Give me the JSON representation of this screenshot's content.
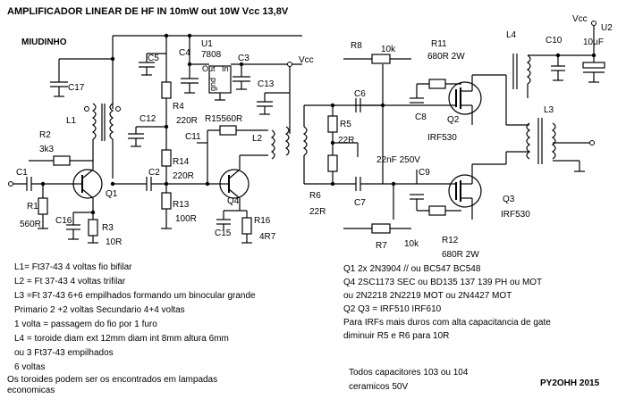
{
  "title": "AMPLIFICADOR LINEAR DE HF IN 10mW out 10W Vcc 13,8V",
  "author_tag": "MIUDINHO",
  "signature": "PY2OHH 2015",
  "labels": {
    "vcc1": "Vcc",
    "vcc2": "Vcc",
    "u2": "U2",
    "c10": "C10",
    "c10v": "10μF",
    "l4": "L4",
    "l3": "L3",
    "u1": "U1",
    "u1p": "7808",
    "out": "Out",
    "in": "In",
    "gnd": "gnd",
    "c5": "C5",
    "c4": "C4",
    "c3": "C3",
    "c17": "C17",
    "c13": "C13",
    "c12": "C12",
    "c11": "C11",
    "c2": "C2",
    "c1": "C1",
    "c16": "C16",
    "c15": "C15",
    "c6": "C6",
    "c7": "C7",
    "c8": "C8",
    "c9": "C9",
    "l1": "L1",
    "l2": "L2",
    "r1": "R1",
    "r1v": "560R",
    "r2": "R2",
    "r2v": "3k3",
    "r3": "R3",
    "r3v": "10R",
    "r4": "R4",
    "r4v": "220R",
    "r14": "R14",
    "r14v": "220R",
    "r13": "R13",
    "r13v": "100R",
    "r15": "R15560R",
    "r16": "R16",
    "r16v": "4R7",
    "r5": "R5",
    "r5v": "22R",
    "r6": "R6",
    "r6v": "22R",
    "r7": "R7",
    "r7v": "10k",
    "r8": "R8",
    "r8v": "10k",
    "r11": "R11",
    "r11v": "680R 2W",
    "r12": "R12",
    "r12v": "680R 2W",
    "q1": "Q1",
    "q2": "Q2",
    "q2p": "IRF530",
    "q3": "Q3",
    "q3p": "IRF530",
    "q4": "Q4",
    "c9v": "22nF 250V"
  },
  "notes_left": [
    "L1= Ft37-43  4 voltas fio bifilar",
    "L2 = Ft 37-43  4 voltas trifilar",
    "L3 =Ft 37-43  6+6  empilhados formando um binocular grande",
    "Primario 2 +2 voltas Secundario 4+4 voltas",
    "1 volta = passagem do fio por 1 furo",
    "L4 = toroide diam ext 12mm diam int 8mm altura 6mm",
    "ou 3 Ft37-43 empilhados",
    "6 voltas",
    "Os toroides podem ser os encontrados em lampadas",
    "economicas"
  ],
  "notes_right": [
    "Q1 2x 2N3904 // ou BC547 BC548",
    "Q4 2SC1173 SEC ou BD135 137 139 PH ou MOT",
    "ou 2N2218 2N2219 MOT ou 2N4427 MOT",
    "Q2 Q3 = IRF510 IRF610",
    "Para IRFs mais duros com alta capacitancia de gate",
    " diminuir R5 e R6 para 10R"
  ],
  "notes_bottom": [
    "Todos capacitores 103 ou 104",
    "ceramicos 50V"
  ]
}
